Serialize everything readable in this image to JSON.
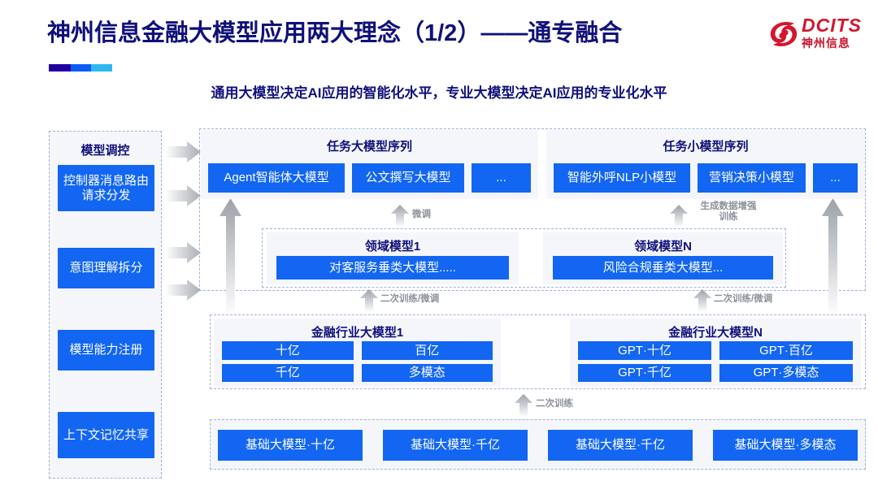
{
  "header": {
    "title": "神州信息金融大模型应用两大理念（1/2）——通专融合",
    "subtitle": "通用大模型决定AI应用的智能化水平，专业大模型决定AI应用的专业化水平",
    "logo": {
      "en": "DCITS",
      "cn": "神州信息"
    },
    "accent_colors": [
      "#2000a0",
      "#0a5cf5",
      "#2fb8ef"
    ]
  },
  "colors": {
    "chip_blue": "#1266f1",
    "title_navy": "#10107a",
    "panel_gray": "#f4f6fa",
    "dashed_border": "#9fb0d8",
    "arrow_gray": "#b6bac0",
    "logo_red": "#d5152c"
  },
  "sidebar": {
    "title": "模型调控",
    "items": [
      {
        "label": "控制器消息路由请求分发"
      },
      {
        "label": "意图理解拆分"
      },
      {
        "label": "模型能力注册"
      },
      {
        "label": "上下文记忆共享"
      }
    ]
  },
  "task_big": {
    "title": "任务大模型序列",
    "items": [
      "Agent智能体大模型",
      "公文撰写大模型",
      "..."
    ]
  },
  "task_small": {
    "title": "任务小模型序列",
    "items": [
      "智能外呼NLP小模型",
      "营销决策小模型",
      "..."
    ]
  },
  "domain_models": [
    {
      "title": "领域模型1",
      "item": "对客服务垂类大模型....."
    },
    {
      "title": "领域模型N",
      "item": "风险合规垂类大模型..."
    }
  ],
  "finance_models": [
    {
      "title": "金融行业大模型1",
      "items": [
        "十亿",
        "百亿",
        "千亿",
        "多模态"
      ]
    },
    {
      "title": "金融行业大模型N",
      "items": [
        "GPT·十亿",
        "GPT·百亿",
        "GPT·千亿",
        "GPT·多模态"
      ]
    }
  ],
  "base_models": {
    "items": [
      "基础大模型·十亿",
      "基础大模型·千亿",
      "基础大模型·千亿",
      "基础大模型·多模态"
    ]
  },
  "arrow_labels": {
    "fine_tune": "微调",
    "data_aug": "生成数据增强\n训练",
    "data_aug_line1": "生成数据增强",
    "data_aug_line2": "训练",
    "retrain_finetune_left": "二次训练/微调",
    "retrain_finetune_right": "二次训练/微调",
    "retrain": "二次训练"
  }
}
